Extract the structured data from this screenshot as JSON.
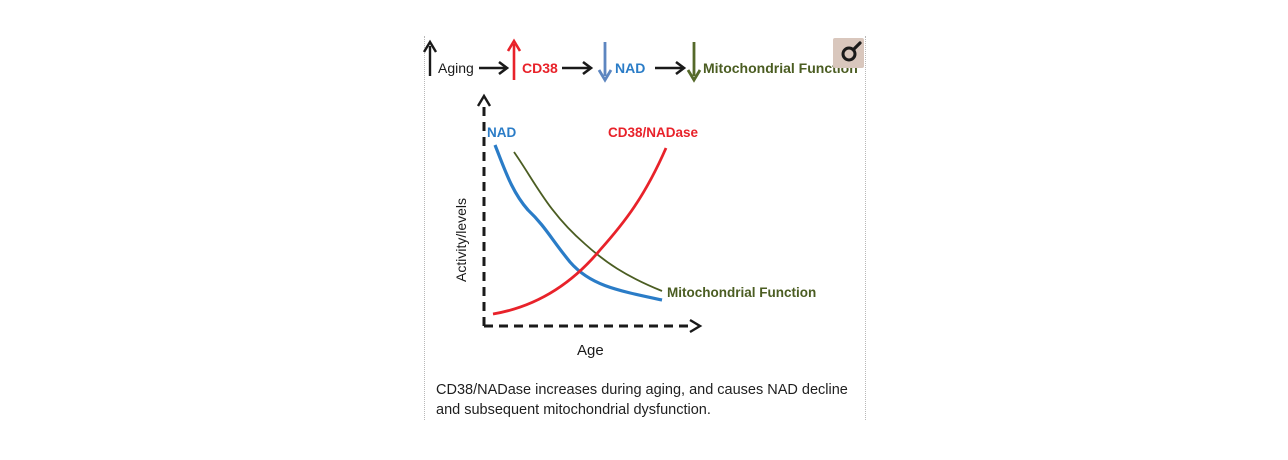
{
  "flow": {
    "aging": "Aging",
    "cd38": "CD38",
    "nad": "NAD",
    "mito": "Mitochondrial Function"
  },
  "graph": {
    "ylabel": "Activity/levels",
    "xlabel": "Age",
    "nad_label": "NAD",
    "cd38_label": "CD38/NADase",
    "mito_label": "Mitochondrial Function"
  },
  "caption": {
    "line1": "CD38/NADase increases during aging, and causes NAD decline",
    "line2": "and subsequent mitochondrial dysfunction."
  },
  "colors": {
    "red": "#e8222a",
    "blue": "#2a7cc7",
    "green": "#4b5d22",
    "black": "#1a1a1a",
    "arrow_blue": "#5d86c0",
    "arrow_green": "#55692a"
  },
  "icons": {
    "zoom": "magnifier-icon"
  }
}
